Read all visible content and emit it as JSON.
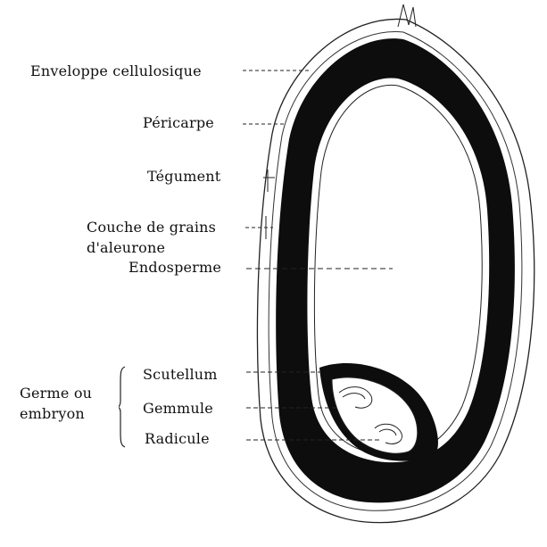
{
  "labels": {
    "enveloppe": "Enveloppe cellulosique",
    "pericarpe": "Péricarpe",
    "tegument": "Tégument",
    "couche_line1": "Couche de grains",
    "couche_line2": "d'aleurone",
    "endosperme": "Endosperme",
    "germe_line1": "Germe ou",
    "germe_line2": "embryon",
    "scutellum": "Scutellum",
    "gemmule": "Gemmule",
    "radicule": "Radicule"
  },
  "colors": {
    "ink": "#111111",
    "background": "#ffffff"
  }
}
